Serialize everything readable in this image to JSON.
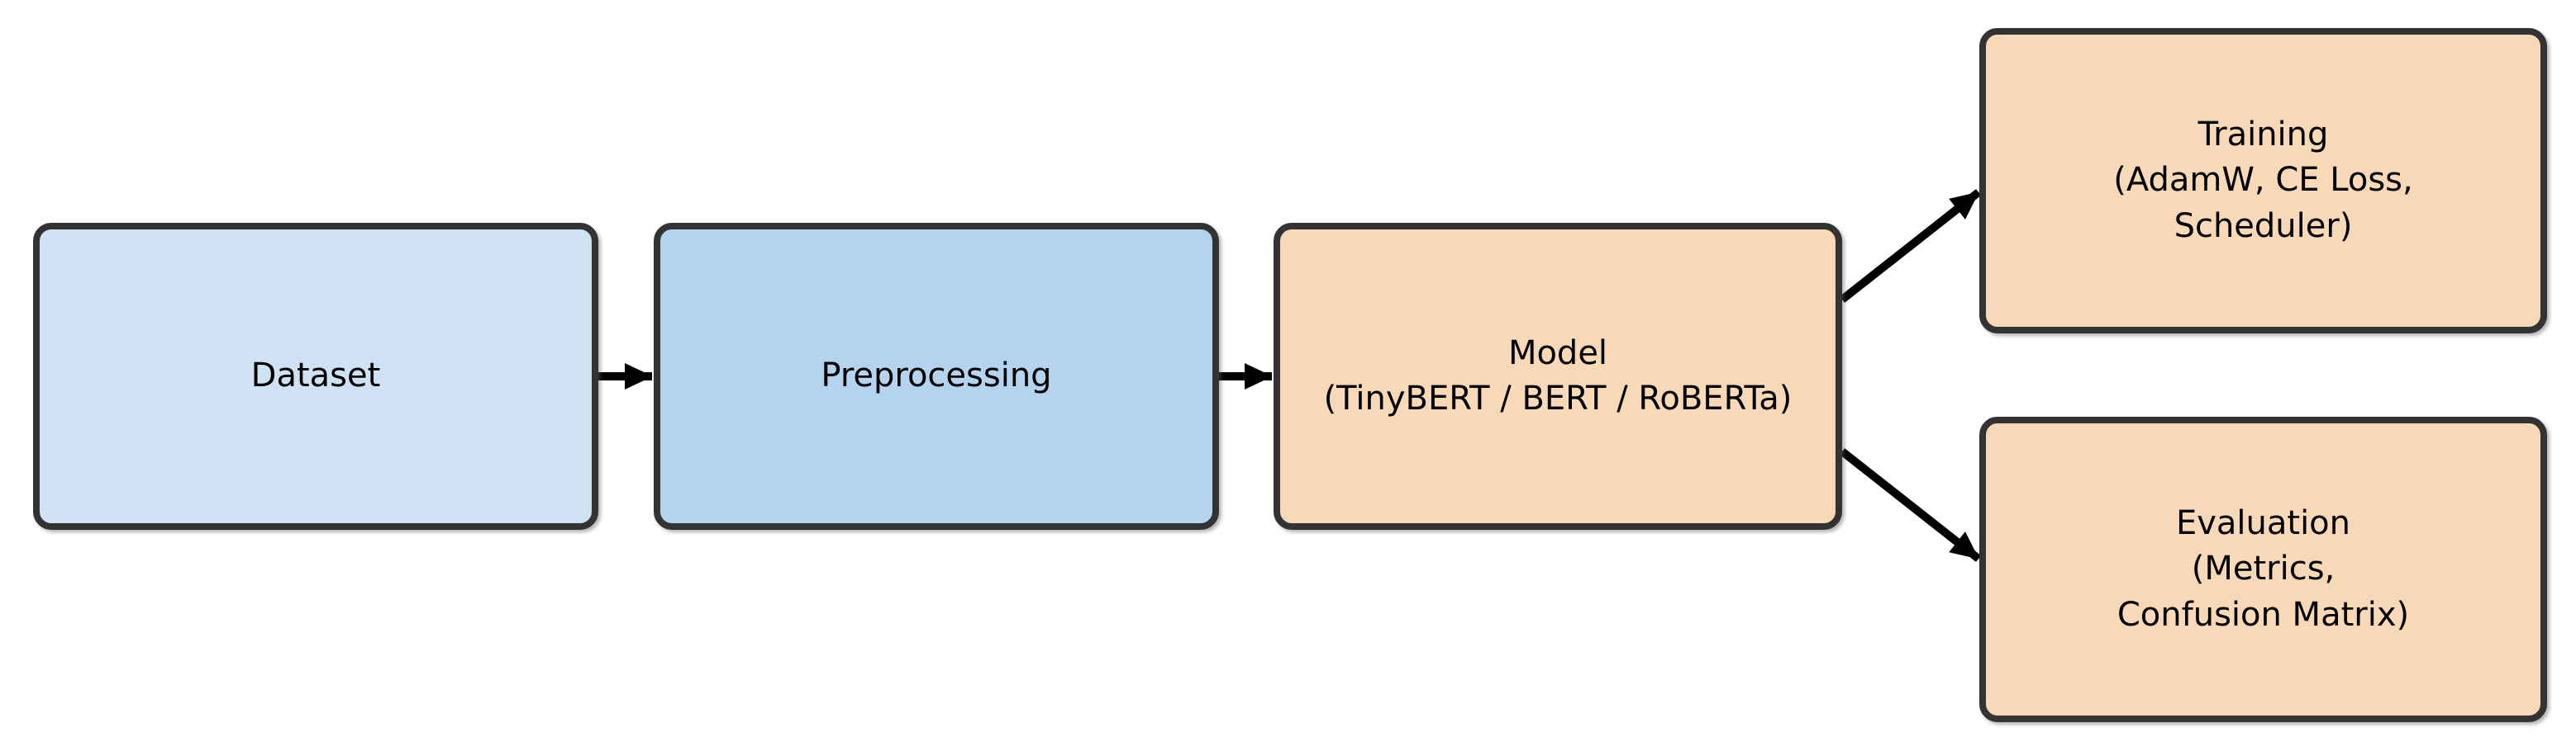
{
  "diagram": {
    "type": "flowchart",
    "nodes": [
      {
        "id": "dataset",
        "label": "Dataset",
        "fill": "#cfe2f3"
      },
      {
        "id": "preprocessing",
        "label": "Preprocessing",
        "fill": "#b3d3ee"
      },
      {
        "id": "model",
        "label": "Model\n(TinyBERT / BERT / RoBERTa)",
        "fill": "#f7d9b8"
      },
      {
        "id": "training",
        "label": "Training\n(AdamW, CE Loss,\nScheduler)",
        "fill": "#f7d9b8"
      },
      {
        "id": "evaluation",
        "label": "Evaluation\n(Metrics,\nConfusion Matrix)",
        "fill": "#f7d9b8"
      }
    ],
    "edges": [
      {
        "from": "dataset",
        "to": "preprocessing"
      },
      {
        "from": "preprocessing",
        "to": "model"
      },
      {
        "from": "model",
        "to": "training"
      },
      {
        "from": "model",
        "to": "evaluation"
      }
    ],
    "colors": {
      "node_blue_light": "#cfe2f3",
      "node_blue": "#b3d3ee",
      "node_peach": "#f7d9b8",
      "border": "#333333",
      "arrow": "#000000",
      "text": "#000000",
      "background": "#ffffff"
    }
  }
}
